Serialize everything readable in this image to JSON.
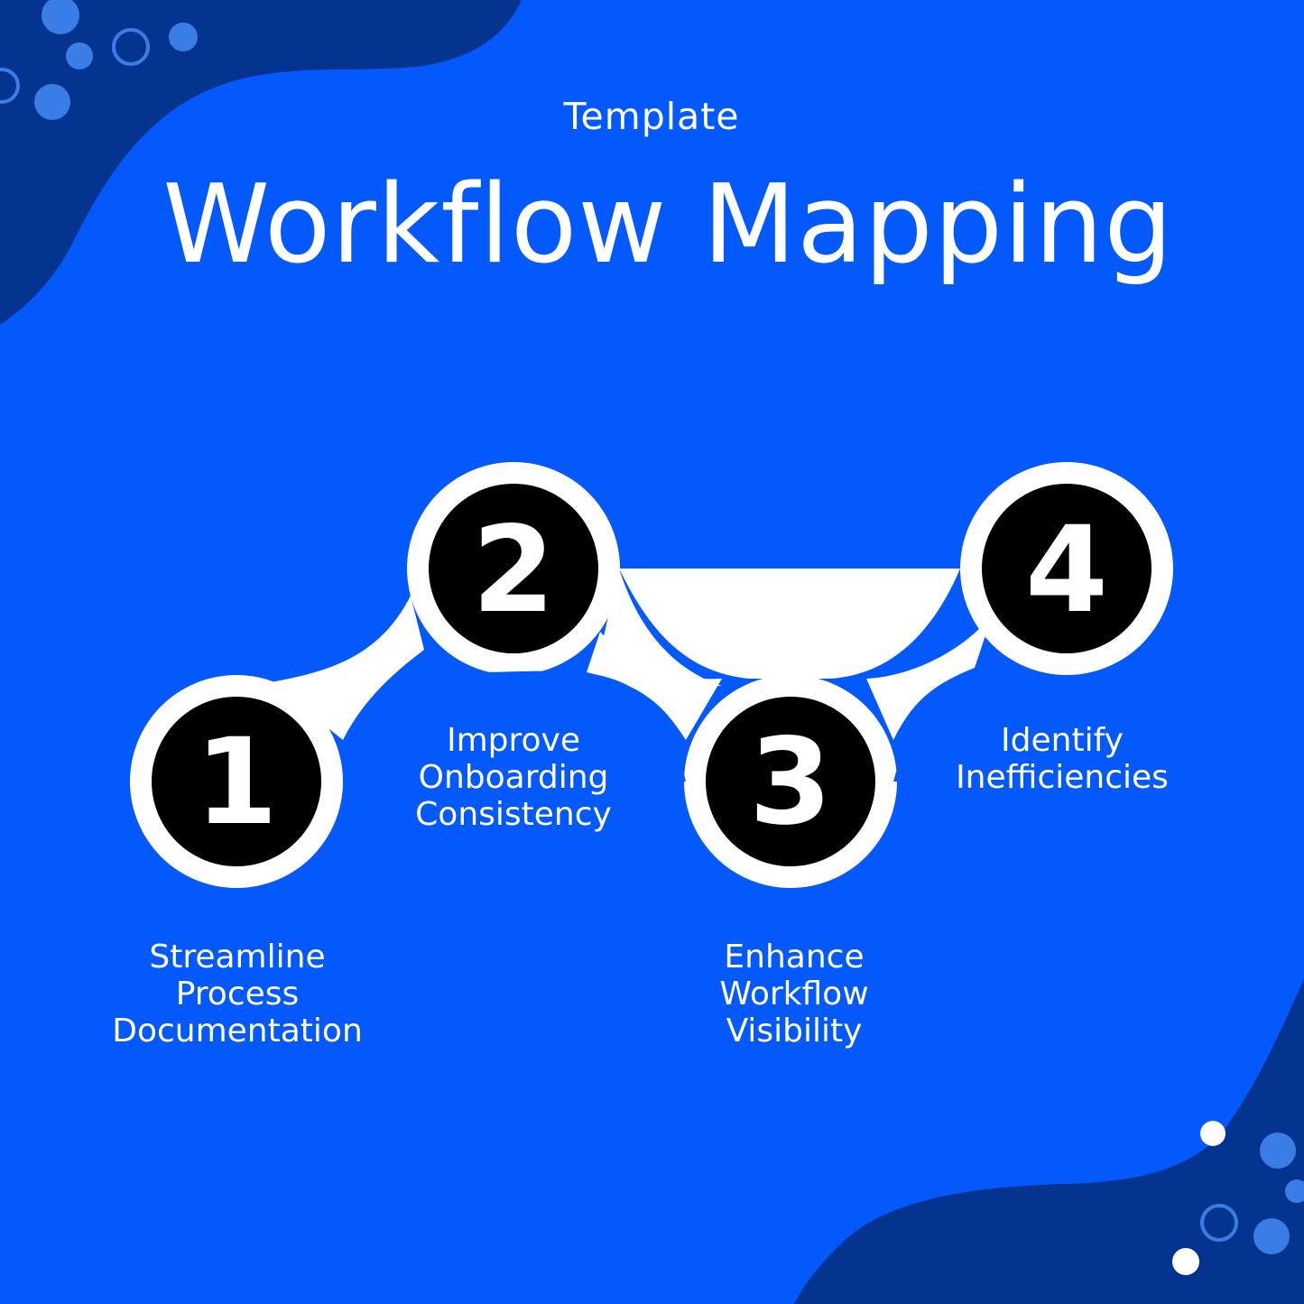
{
  "subtitle": "Template",
  "title": "Workflow Mapping",
  "steps": [
    {
      "number": "1",
      "label": "Streamline\nProcess\nDocumentation"
    },
    {
      "number": "2",
      "label": "Improve\nOnboarding\nConsistency"
    },
    {
      "number": "3",
      "label": "Enhance\nWorkflow\nVisibility"
    },
    {
      "number": "4",
      "label": "Identify\nInefficiencies"
    }
  ],
  "colors": {
    "background": "#0459fc",
    "blob": "#04348f",
    "dot": "#3a7de6",
    "path": "#ffffff",
    "node": "#000000",
    "text": "#ffffff"
  }
}
